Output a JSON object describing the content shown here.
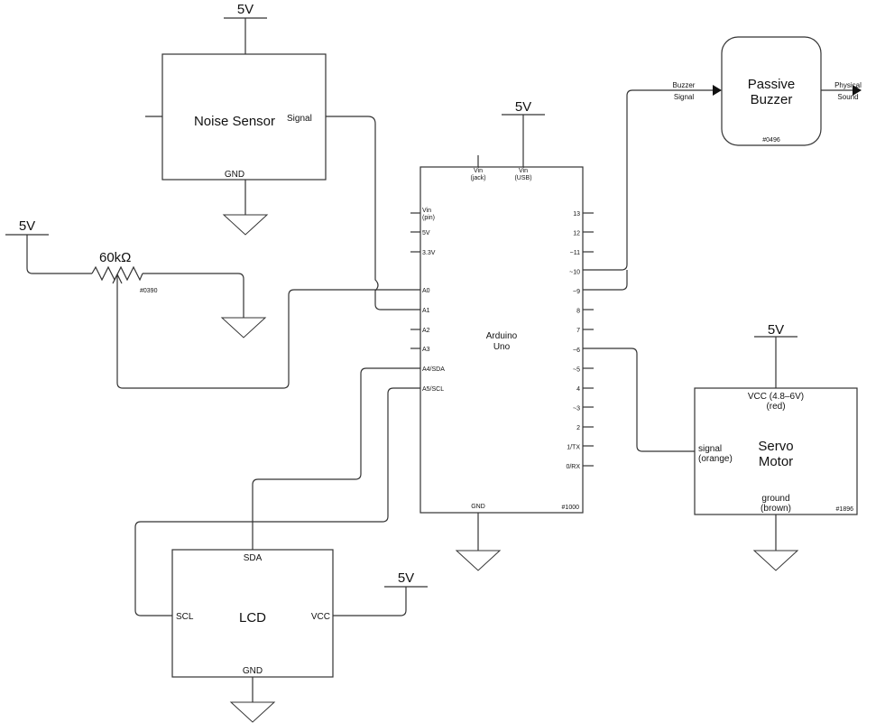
{
  "rails": {
    "v5": "5V"
  },
  "noise_sensor": {
    "title": "Noise Sensor",
    "signal": "Signal",
    "gnd": "GND"
  },
  "potentiometer": {
    "value": "60kΩ",
    "part": "#0390"
  },
  "buzzer": {
    "title_line1": "Passive",
    "title_line2": "Buzzer",
    "part": "#0496",
    "in_line1": "Buzzer",
    "in_line2": "Signal",
    "out_line1": "Physical",
    "out_line2": "Sound"
  },
  "arduino": {
    "title_line1": "Arduino",
    "title_line2": "Uno",
    "part": "#1000",
    "gnd": "GND",
    "vin_jack_1": "Vin",
    "vin_jack_2": "(jack)",
    "vin_usb_1": "Vin",
    "vin_usb_2": "(USB)",
    "left_pins": [
      {
        "l1": "Vin",
        "l2": "(pin)"
      },
      {
        "l1": "5V",
        "l2": ""
      },
      {
        "l1": "3.3V",
        "l2": ""
      },
      {
        "l1": "A0",
        "l2": ""
      },
      {
        "l1": "A1",
        "l2": ""
      },
      {
        "l1": "A2",
        "l2": ""
      },
      {
        "l1": "A3",
        "l2": ""
      },
      {
        "l1": "A4/SDA",
        "l2": ""
      },
      {
        "l1": "A5/SCL",
        "l2": ""
      }
    ],
    "right_pins": [
      "13",
      "12",
      "~11",
      "~10",
      "~9",
      "8",
      "7",
      "~6",
      "~5",
      "4",
      "~3",
      "2",
      "1/TX",
      "0/RX"
    ]
  },
  "servo": {
    "title_line1": "Servo",
    "title_line2": "Motor",
    "part": "#1896",
    "vcc_1": "VCC (4.8–6V)",
    "vcc_2": "(red)",
    "signal_1": "signal",
    "signal_2": "(orange)",
    "ground_1": "ground",
    "ground_2": "(brown)"
  },
  "lcd": {
    "title": "LCD",
    "sda": "SDA",
    "scl": "SCL",
    "vcc": "VCC",
    "gnd": "GND"
  }
}
